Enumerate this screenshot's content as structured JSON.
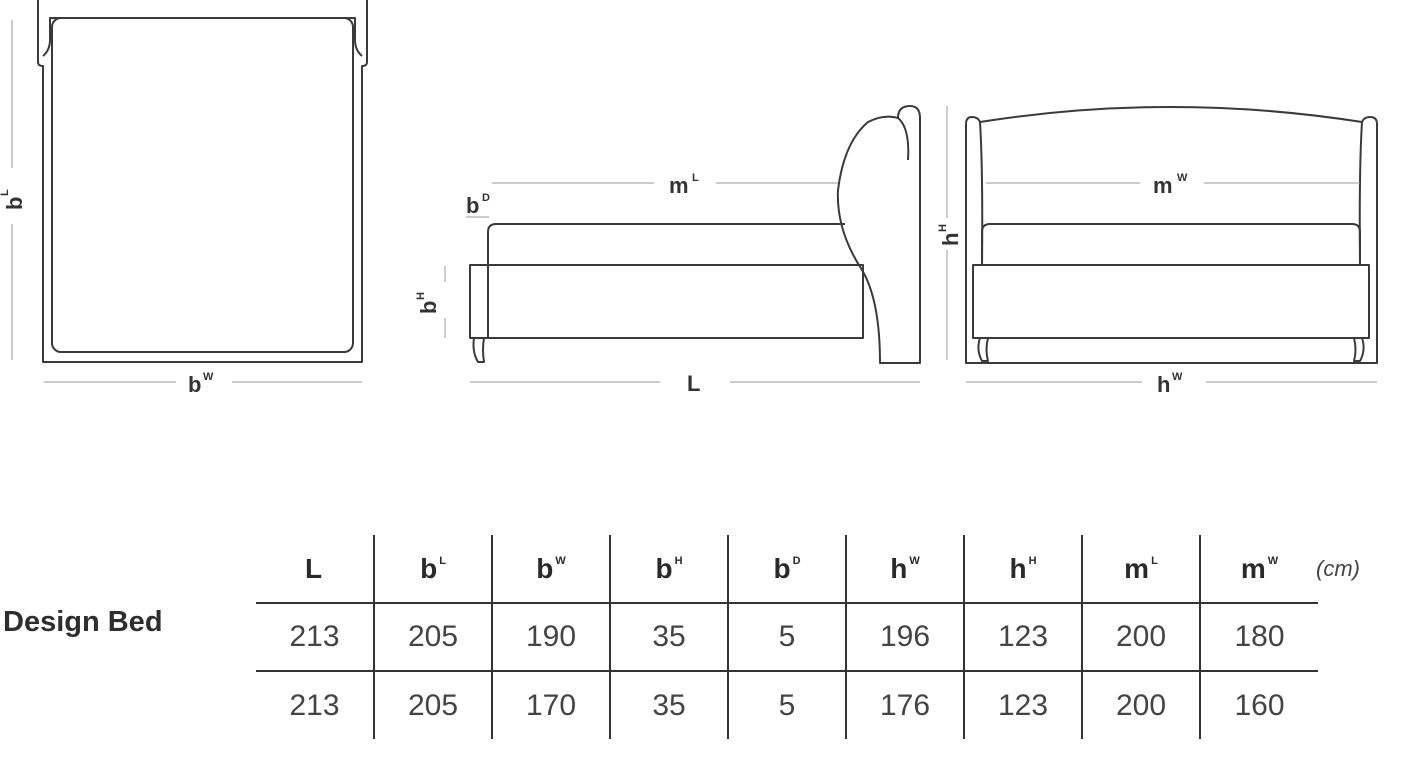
{
  "diagram": {
    "top_view": {
      "length_main": "b",
      "length_sup": "L",
      "width_main": "b",
      "width_sup": "W"
    },
    "side_view": {
      "mattress_main": "m",
      "mattress_sup": "L",
      "depth_main": "b",
      "depth_sup": "D",
      "height_main": "b",
      "height_sup": "H",
      "length_label": "L"
    },
    "front_view": {
      "mattress_main": "m",
      "mattress_sup": "W",
      "height_main": "h",
      "height_sup": "H",
      "width_main": "h",
      "width_sup": "W"
    }
  },
  "product_name": "Design Bed",
  "unit_label": "(cm)",
  "table": {
    "columns": [
      {
        "main": "L",
        "sup": ""
      },
      {
        "main": "b",
        "sup": "L"
      },
      {
        "main": "b",
        "sup": "W"
      },
      {
        "main": "b",
        "sup": "H"
      },
      {
        "main": "b",
        "sup": "D"
      },
      {
        "main": "h",
        "sup": "W"
      },
      {
        "main": "h",
        "sup": "H"
      },
      {
        "main": "m",
        "sup": "L"
      },
      {
        "main": "m",
        "sup": "W"
      }
    ],
    "rows": [
      [
        "213",
        "205",
        "190",
        "35",
        "5",
        "196",
        "123",
        "200",
        "180"
      ],
      [
        "213",
        "205",
        "170",
        "35",
        "5",
        "176",
        "123",
        "200",
        "160"
      ]
    ]
  }
}
